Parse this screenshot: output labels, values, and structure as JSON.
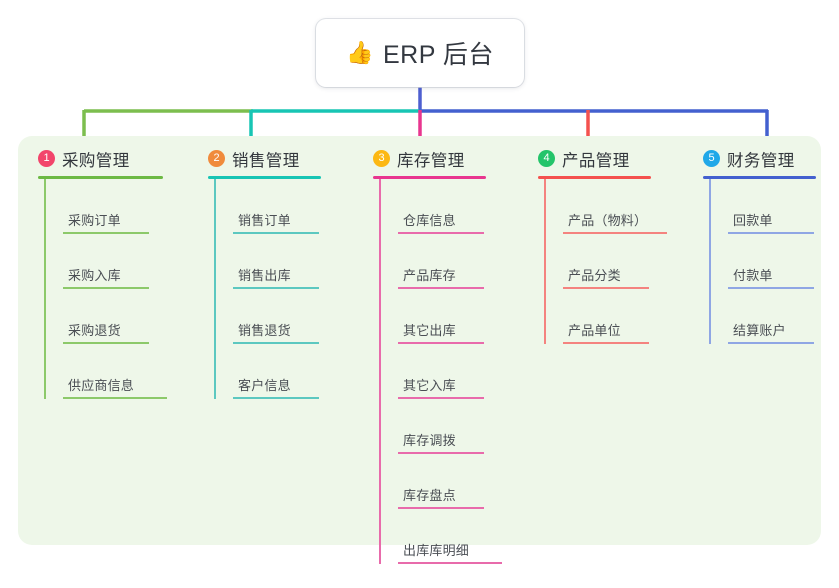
{
  "root": {
    "icon": "thumbs-up-icon",
    "icon_glyph": "👍",
    "title": "ERP 后台"
  },
  "palette": {
    "page_background": "#ffffff",
    "panel_background": "#eef7e9",
    "card_background": "#ffffff",
    "text": "#33373d",
    "root_connector": "#4e5fd0"
  },
  "columns": [
    {
      "index": "1",
      "title": "采购管理",
      "badge_color": "#f2456b",
      "accent": "#6cb944",
      "leaf_rule_color": "#8cc96a",
      "items": [
        {
          "label": "采购订单"
        },
        {
          "label": "采购入库"
        },
        {
          "label": "采购退货"
        },
        {
          "label": "供应商信息"
        }
      ]
    },
    {
      "index": "2",
      "title": "销售管理",
      "badge_color": "#f08b3c",
      "accent": "#18c5b4",
      "leaf_rule_color": "#5cc8c0",
      "items": [
        {
          "label": "销售订单"
        },
        {
          "label": "销售出库"
        },
        {
          "label": "销售退货"
        },
        {
          "label": "客户信息"
        }
      ]
    },
    {
      "index": "3",
      "title": "库存管理",
      "badge_color": "#fcb813",
      "accent": "#e8368f",
      "leaf_rule_color": "#e86bab",
      "items": [
        {
          "label": "仓库信息"
        },
        {
          "label": "产品库存"
        },
        {
          "label": "其它出库"
        },
        {
          "label": "其它入库"
        },
        {
          "label": "库存调拨"
        },
        {
          "label": "库存盘点"
        },
        {
          "label": "出库库明细"
        }
      ]
    },
    {
      "index": "4",
      "title": "产品管理",
      "badge_color": "#24c46a",
      "accent": "#f4514e",
      "leaf_rule_color": "#f4837f",
      "items": [
        {
          "label": "产品（物料）"
        },
        {
          "label": "产品分类"
        },
        {
          "label": "产品单位"
        }
      ]
    },
    {
      "index": "5",
      "title": "财务管理",
      "badge_color": "#20a8e8",
      "accent": "#4360cf",
      "leaf_rule_color": "#8fa6e4",
      "items": [
        {
          "label": "回款单"
        },
        {
          "label": "付款单"
        },
        {
          "label": "结算账户"
        }
      ]
    }
  ]
}
